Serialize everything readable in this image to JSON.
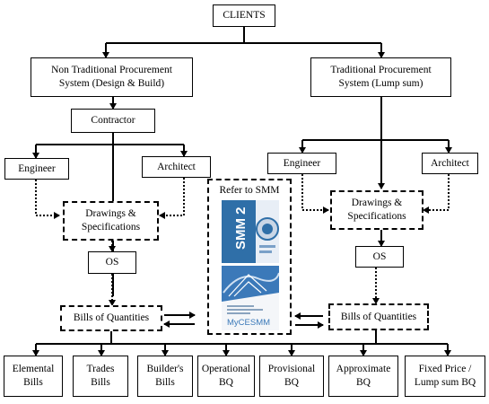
{
  "nodes": {
    "clients": "CLIENTS",
    "non_traditional": "Non Traditional Procurement\nSystem (Design & Build)",
    "traditional": "Traditional Procurement\nSystem (Lump sum)",
    "contractor": "Contractor",
    "engineer_left": "Engineer",
    "architect_left": "Architect",
    "drawings_left": "Drawings &\nSpecifications",
    "os_left": "OS",
    "boq_left": "Bills of Quantities",
    "engineer_right": "Engineer",
    "architect_right": "Architect",
    "drawings_right": "Drawings &\nSpecifications",
    "os_right": "OS",
    "boq_right": "Bills of Quantities",
    "smm_label": "Refer to SMM",
    "smm2_cover_text": "SMM 2",
    "mycesmm_cover_text": "MyCESMM"
  },
  "outputs": [
    "Elemental\nBills",
    "Trades\nBills",
    "Builder's\nBills",
    "Operational\nBQ",
    "Provisional\nBQ",
    "Approximate\nBQ",
    "Fixed Price /\nLump sum BQ"
  ],
  "colors": {
    "line": "#000000",
    "smm_cover_blue": "#2f6fa8",
    "mycesmm_cover_blue": "#3b79b9"
  }
}
